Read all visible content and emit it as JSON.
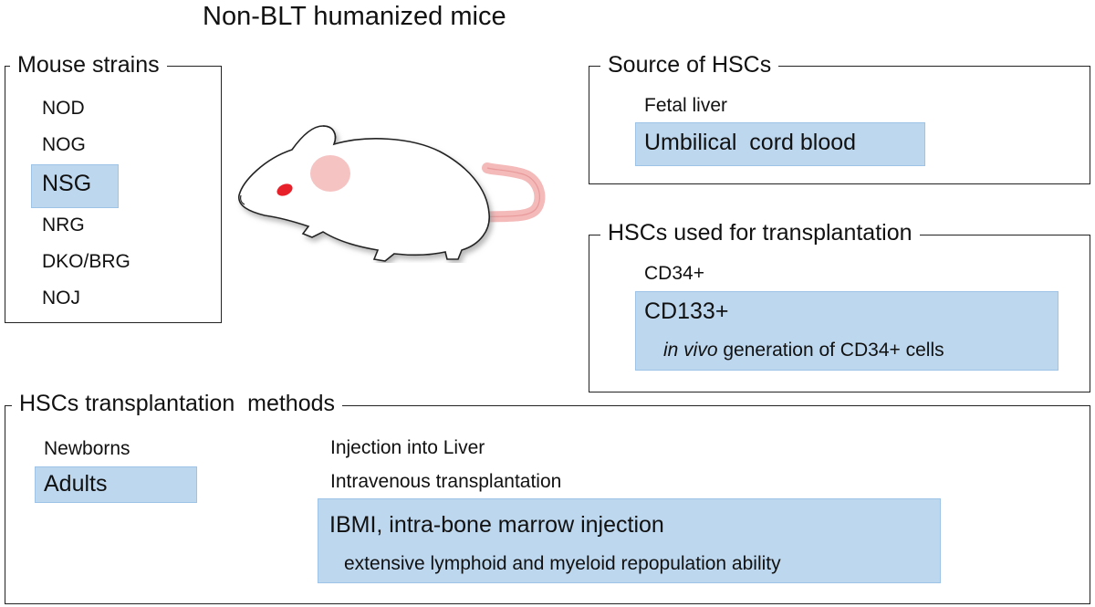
{
  "title": "Non-BLT humanized mice",
  "mouse_strains": {
    "heading": "Mouse strains",
    "items": [
      "NOD",
      "NOG",
      "NSG",
      "NRG",
      "DKO/BRG",
      "NOJ"
    ],
    "highlighted": "NSG"
  },
  "source_of_hscs": {
    "heading": "Source of HSCs",
    "items": [
      "Fetal liver",
      "Umbilical  cord blood"
    ],
    "highlighted": "Umbilical  cord blood"
  },
  "hscs_used": {
    "heading": "HSCs used for transplantation",
    "items": [
      "CD34+",
      "CD133+"
    ],
    "highlighted": "CD133+",
    "note_italic": "in vivo",
    "note_rest": "generation of CD34+ cells"
  },
  "methods": {
    "heading": "HSCs transplantation  methods",
    "recipients": [
      "Newborns",
      "Adults"
    ],
    "recipients_highlighted": "Adults",
    "routes": [
      "Injection into Liver",
      "Intravenous transplantation"
    ],
    "highlighted_route": "IBMI, intra-bone marrow injection",
    "highlighted_note": "extensive lymphoid and myeloid repopulation ability"
  },
  "colors": {
    "highlight_fill": "#bdd7ee",
    "highlight_border": "#9dc3e6",
    "mouse_eye": "#e8202a",
    "mouse_ear_tail": "#f4b9b9"
  },
  "icons": [
    "mouse-illustration"
  ]
}
